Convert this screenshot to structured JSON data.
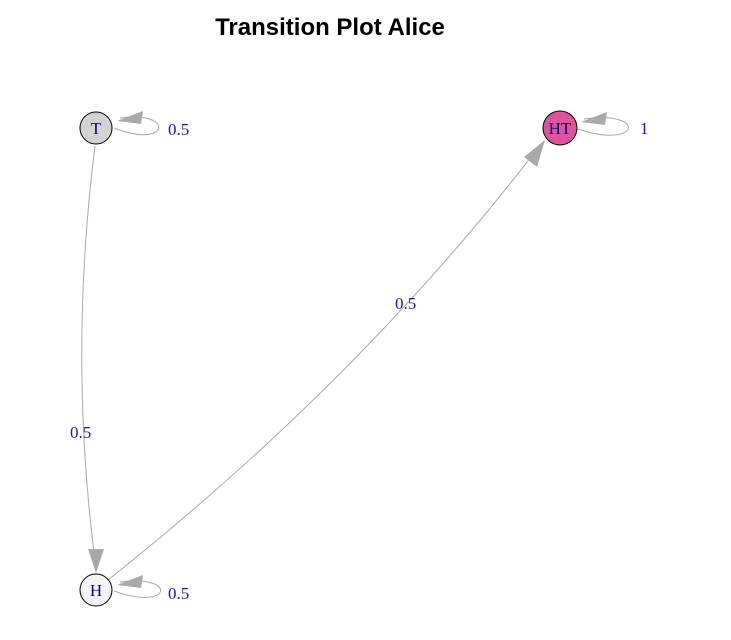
{
  "title": "Transition Plot Alice",
  "colors": {
    "edge": "#a9a9a9",
    "edge_label": "#1a1aa6",
    "node_stroke": "#000000",
    "node_label": "#000080"
  },
  "nodes": [
    {
      "id": "T",
      "label": "T",
      "fill": "#d3d3d3"
    },
    {
      "id": "H",
      "label": "H",
      "fill": "#f4f4f8"
    },
    {
      "id": "HT",
      "label": "HT",
      "fill": "#e0529c"
    }
  ],
  "edges": [
    {
      "from": "T",
      "to": "T",
      "label": "0.5"
    },
    {
      "from": "HT",
      "to": "HT",
      "label": "1"
    },
    {
      "from": "H",
      "to": "H",
      "label": "0.5"
    },
    {
      "from": "T",
      "to": "H",
      "label": "0.5"
    },
    {
      "from": "H",
      "to": "HT",
      "label": "0.5"
    }
  ]
}
